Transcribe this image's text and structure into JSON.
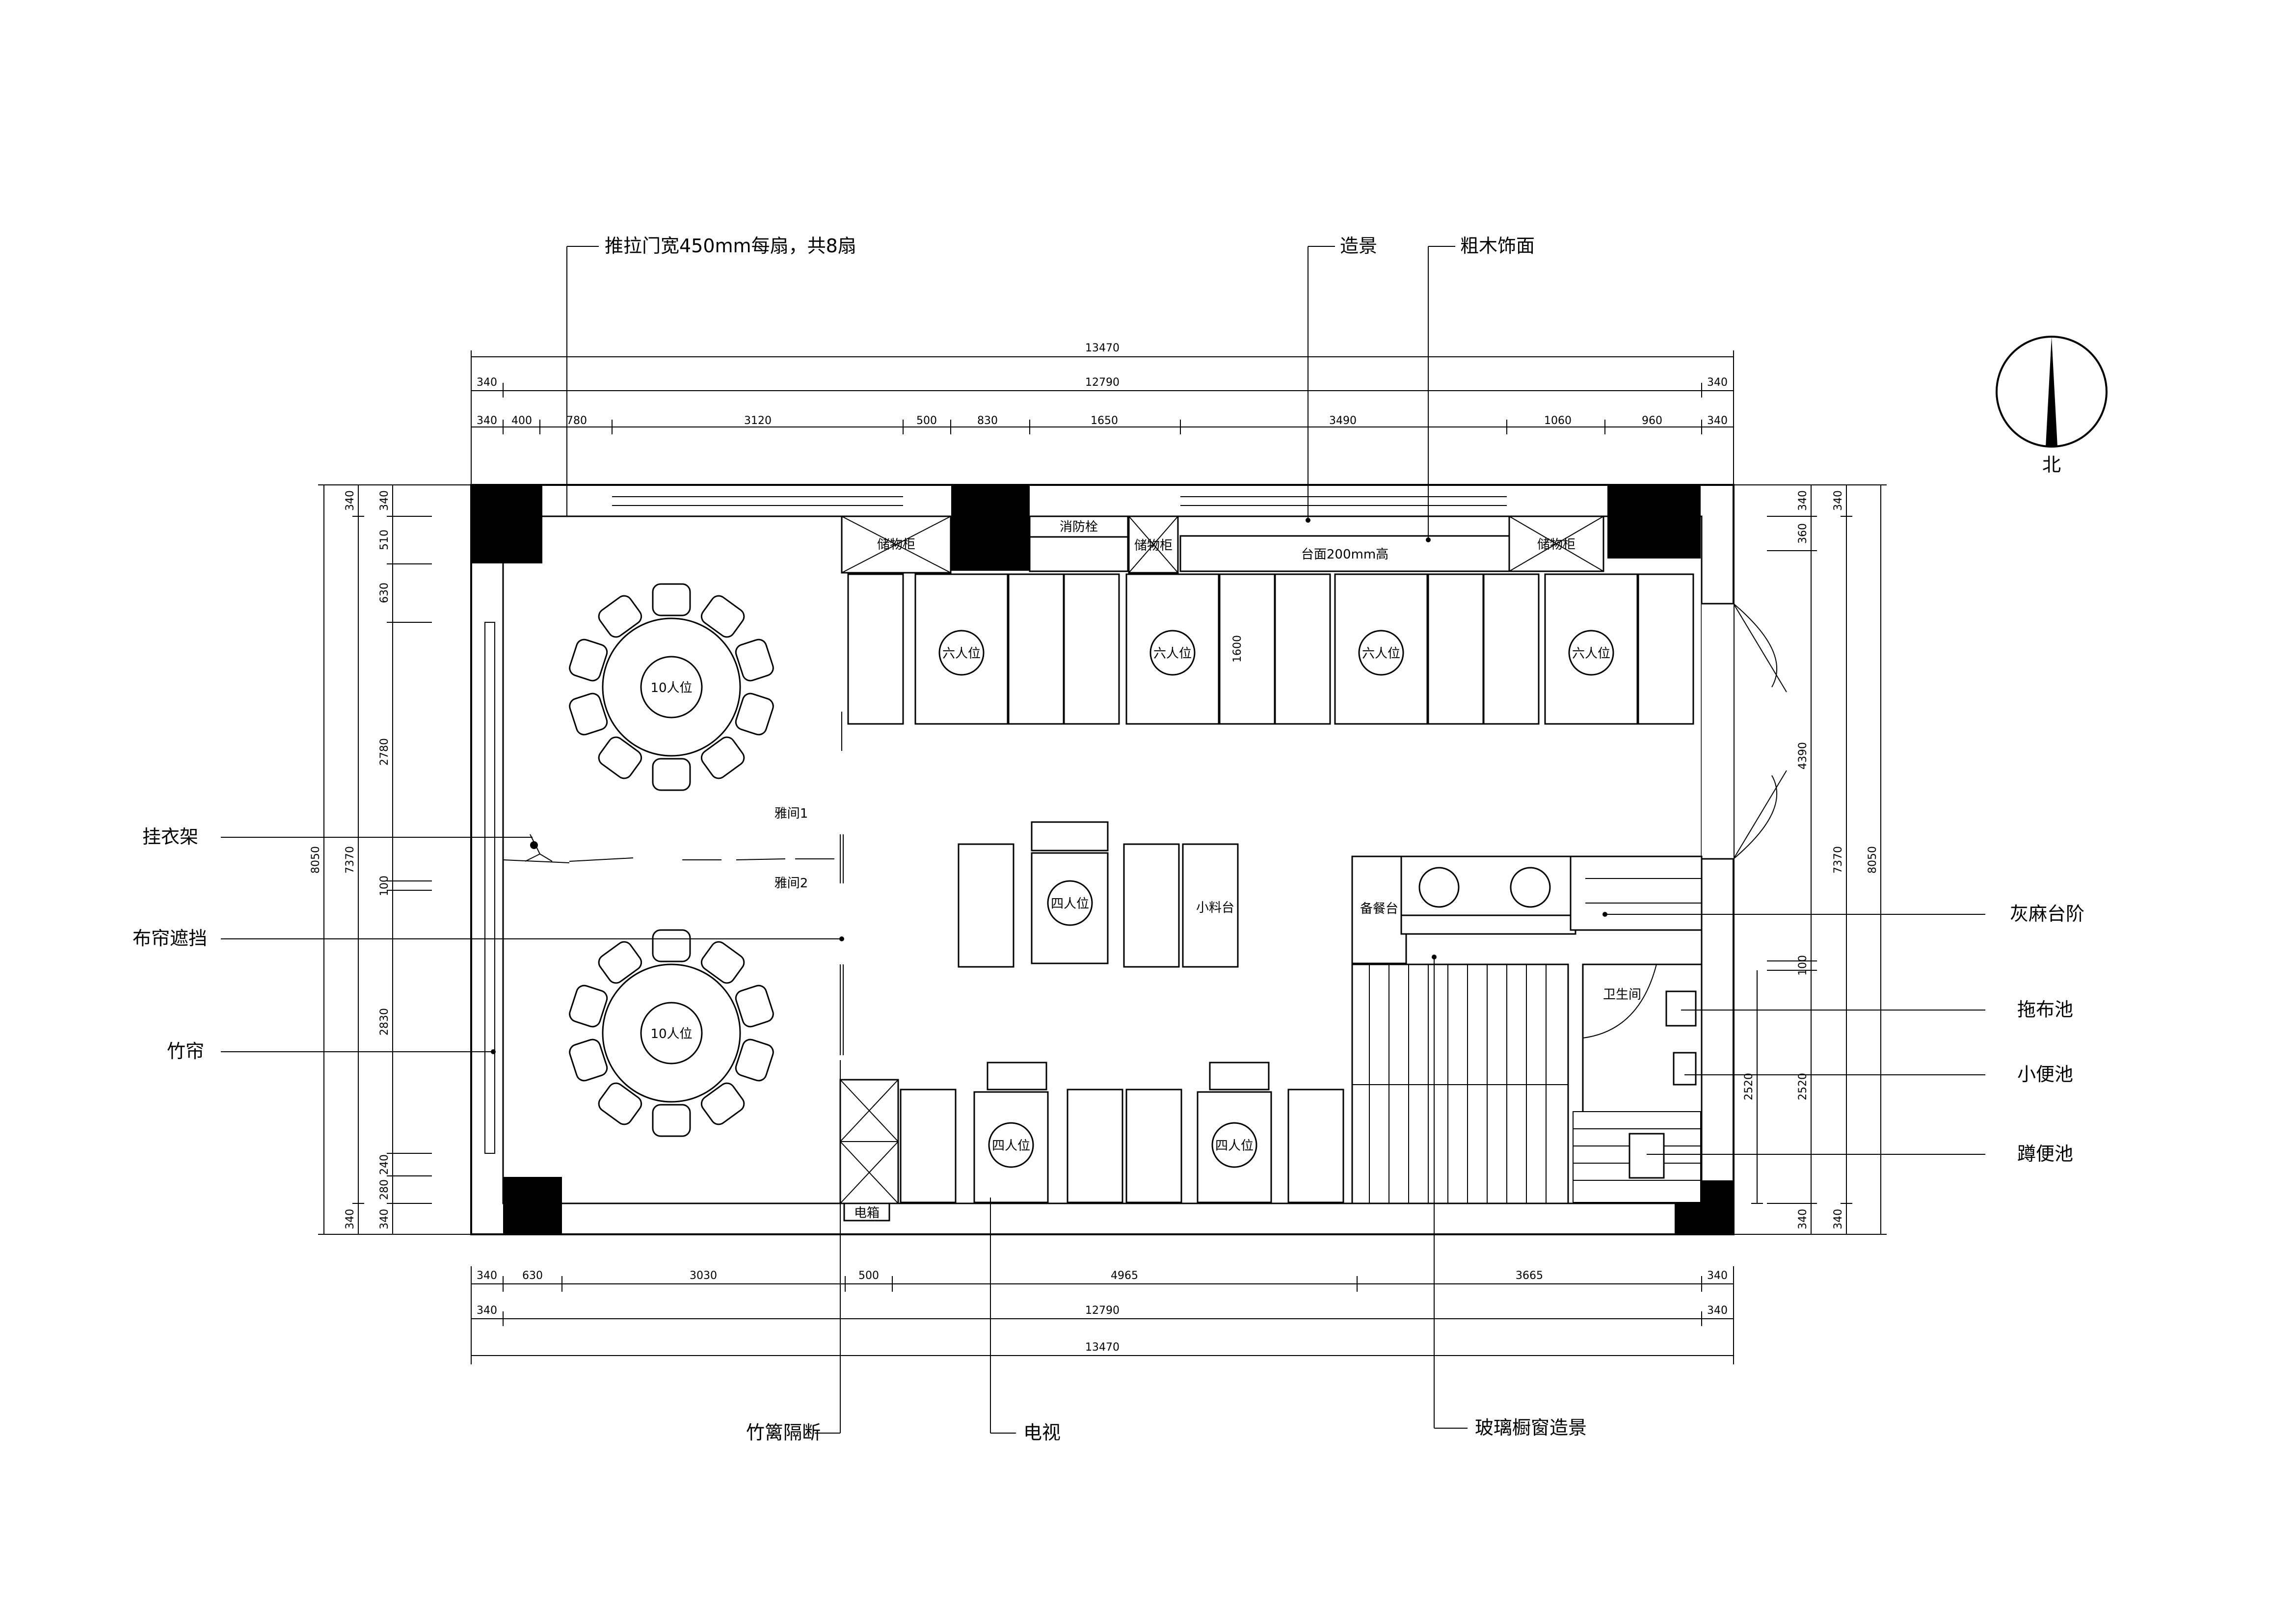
{
  "dimensions": {
    "top_total": "13470",
    "top_inner": "12790",
    "top_segments": [
      "340",
      "400",
      "780",
      "3120",
      "500",
      "830",
      "1650",
      "3490",
      "1060",
      "960",
      "340"
    ],
    "top_edge": "340",
    "bottom_segments": [
      "340",
      "630",
      "3030",
      "500",
      "4965",
      "3665",
      "340"
    ],
    "bottom_inner": "12790",
    "bottom_total": "13470",
    "bottom_edge": "340",
    "left_total": "8050",
    "left_inner": "7370",
    "left_segments": [
      "340",
      "340",
      "510",
      "630",
      "2780",
      "100",
      "2830",
      "240",
      "280",
      "340",
      "340"
    ],
    "right_total": "8050",
    "right_inner": "7370",
    "right_segments": [
      "340",
      "340",
      "360",
      "4390",
      "100",
      "2520",
      "2520",
      "340",
      "340"
    ],
    "booth_depth": "1600"
  },
  "labels": {
    "sliding_door": "推拉门宽450mm每扇，共8扇",
    "feature": "造景",
    "rough_wood": "粗木饰面",
    "coat_rack": "挂衣架",
    "curtain": "布帘遮挡",
    "bamboo_blind": "竹帘",
    "bamboo_partition": "竹篱隔断",
    "tv": "电视",
    "glass_window": "玻璃橱窗造景",
    "grey_step": "灰麻台阶",
    "mop_sink": "拖布池",
    "urinal": "小便池",
    "squat_toilet": "蹲便池",
    "north": "北"
  },
  "rooms": {
    "private1": "雅间1",
    "private2": "雅间2",
    "toilet": "卫生间",
    "fire_hydrant": "消防栓",
    "storage": "储物柜",
    "counter_height": "台面200mm高",
    "serving": "备餐台",
    "condiment": "小料台",
    "electric_box": "电箱"
  },
  "tables": {
    "ten": "10人位",
    "six": "六人位",
    "four": "四人位"
  }
}
